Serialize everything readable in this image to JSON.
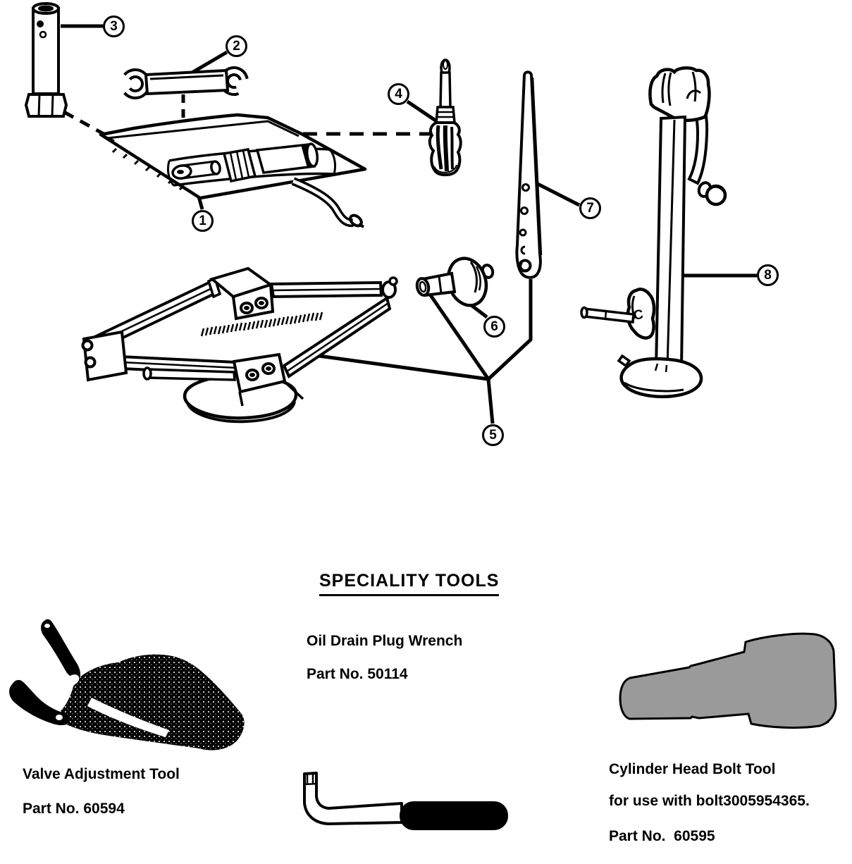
{
  "figure": {
    "callouts": [
      {
        "num": "1"
      },
      {
        "num": "2"
      },
      {
        "num": "3"
      },
      {
        "num": "4"
      },
      {
        "num": "5"
      },
      {
        "num": "6"
      },
      {
        "num": "7"
      },
      {
        "num": "8"
      }
    ],
    "stand_mark": "C"
  },
  "specialty": {
    "heading": "SPECIALITY TOOLS",
    "oil_drain_wrench": {
      "name": "Oil Drain Plug Wrench",
      "part_no": "Part No. 50114"
    },
    "valve_tool": {
      "name": "Valve Adjustment Tool",
      "part_no": "Part No. 60594"
    },
    "cylinder_head_tool": {
      "name": "Cylinder Head Bolt Tool",
      "usage": "for use with bolt3005954365.",
      "part_no": "Part No.  60595"
    }
  }
}
